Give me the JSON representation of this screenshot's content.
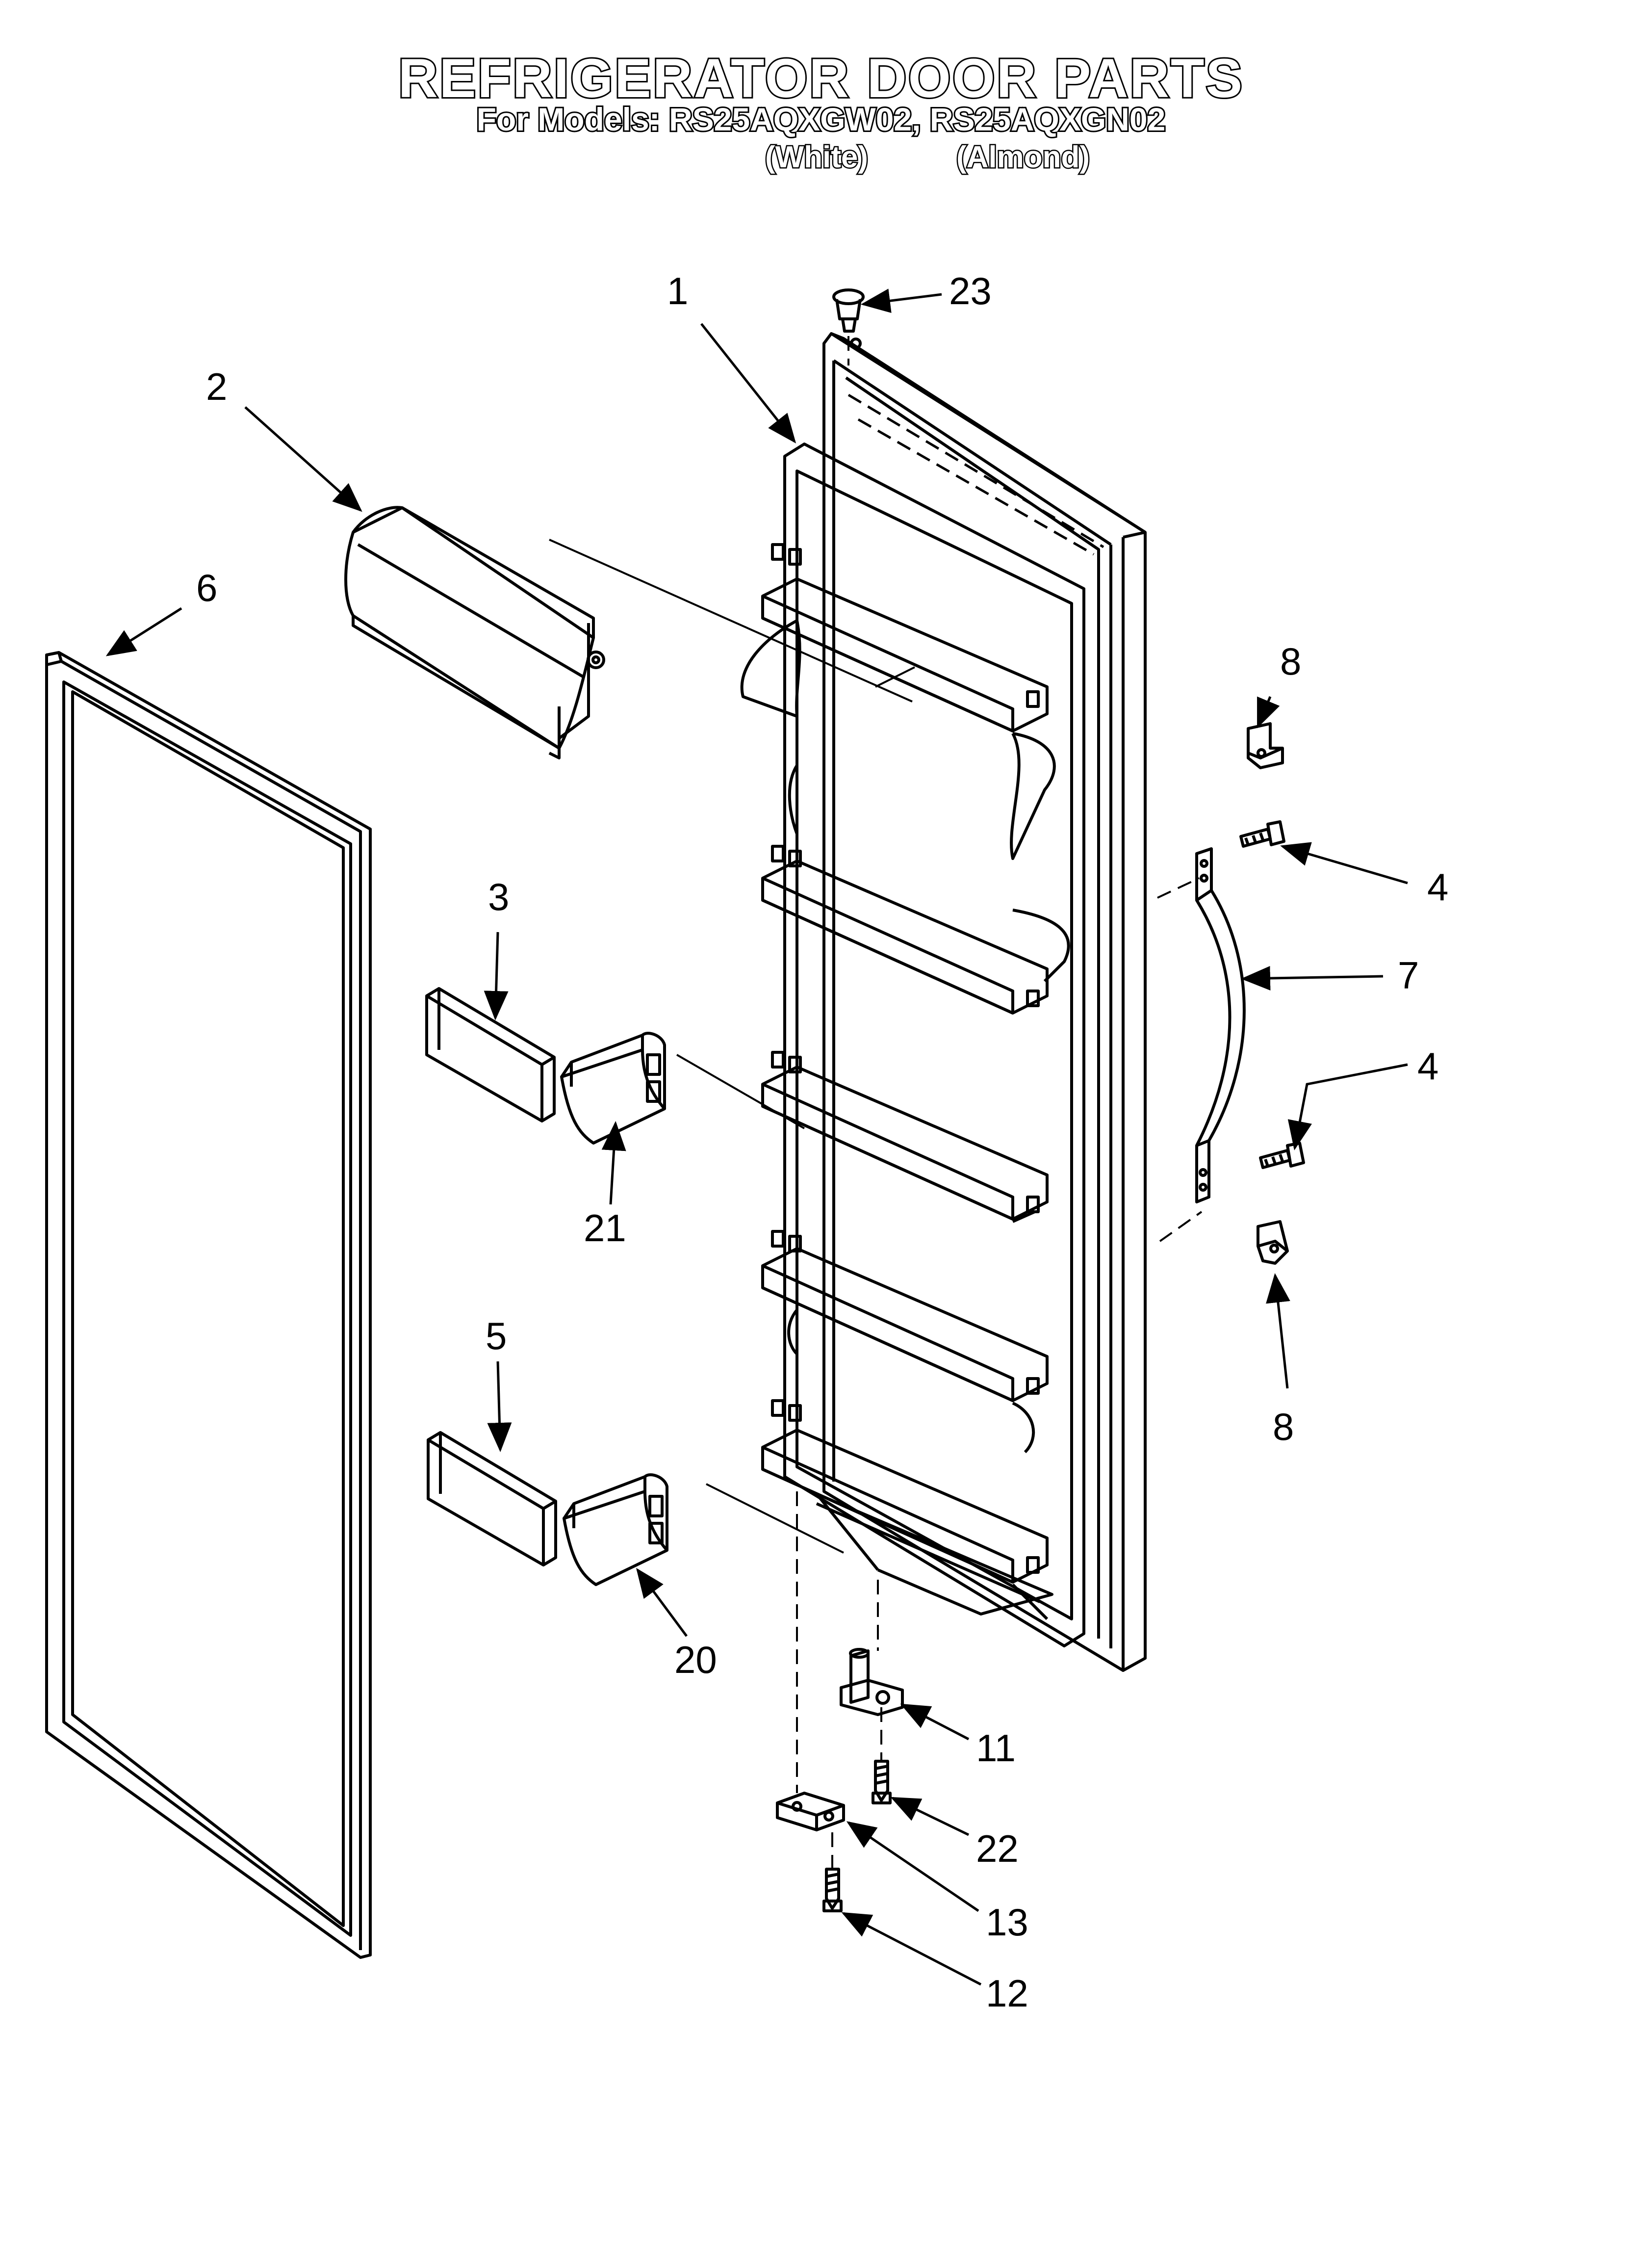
{
  "header": {
    "title": "REFRIGERATOR DOOR PARTS",
    "models_line": "For Models: RS25AQXGW02, RS25AQXGN02",
    "variant_white": "(White)",
    "variant_almond": "(Almond)"
  },
  "callouts": [
    "1",
    "2",
    "3",
    "4",
    "4",
    "5",
    "6",
    "7",
    "8",
    "8",
    "11",
    "12",
    "13",
    "20",
    "21",
    "22",
    "23"
  ],
  "parts": [
    "door-liner",
    "cover",
    "shelf-end-cap",
    "screw",
    "door-gasket",
    "door-handle",
    "handle-mount-bracket",
    "hinge-pin-bracket",
    "screw",
    "hinge-shim",
    "shelf-trim",
    "hinge-screw",
    "door-stop-plug"
  ]
}
